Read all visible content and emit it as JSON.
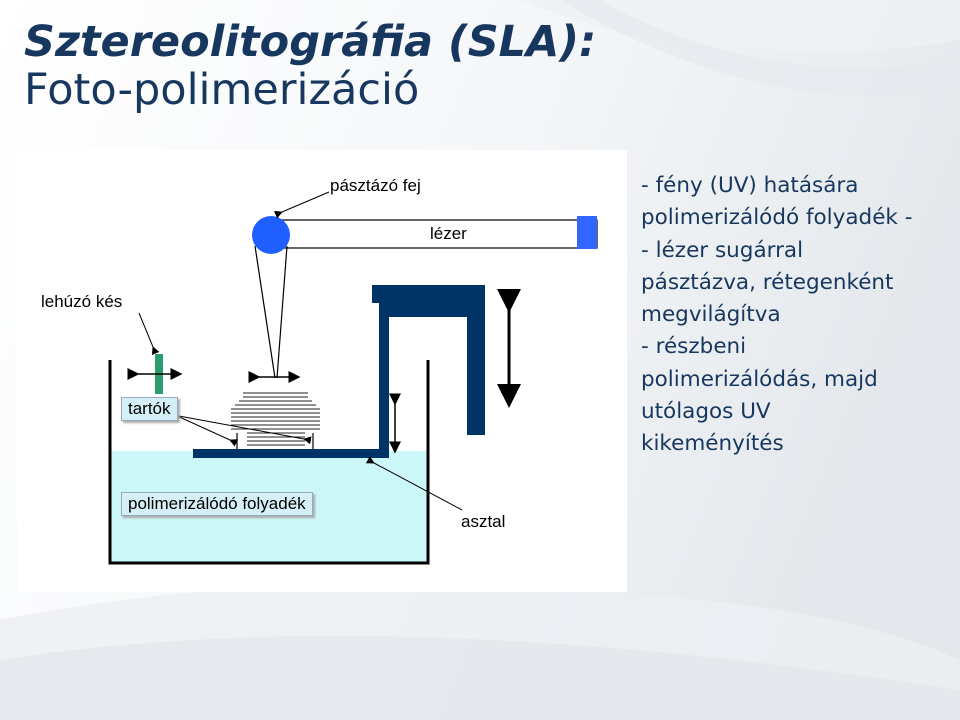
{
  "title": {
    "line1": "Sztereolitográfia (SLA):",
    "line2": "Foto-polimerizáció"
  },
  "diagram": {
    "labels": {
      "scan_head": "pásztázó fej",
      "laser": "lézer",
      "recoater": "lehúzó kés",
      "supports": "tartók",
      "liquid": "polimerizálódó folyadék",
      "table": "asztal"
    },
    "colors": {
      "liquid": "#ccf7f9",
      "laser": "#3366ff",
      "table": "#003366",
      "support": "#2a9d6e"
    }
  },
  "description": {
    "lines": [
      "- fény (UV) hatására",
      "polimerizálódó folyadék -",
      "- lézer sugárral",
      "pásztázva, rétegenként",
      "megvilágítva",
      "- részbeni",
      "polimerizálódás, majd",
      "utólagos UV",
      "kikeményítés"
    ]
  }
}
